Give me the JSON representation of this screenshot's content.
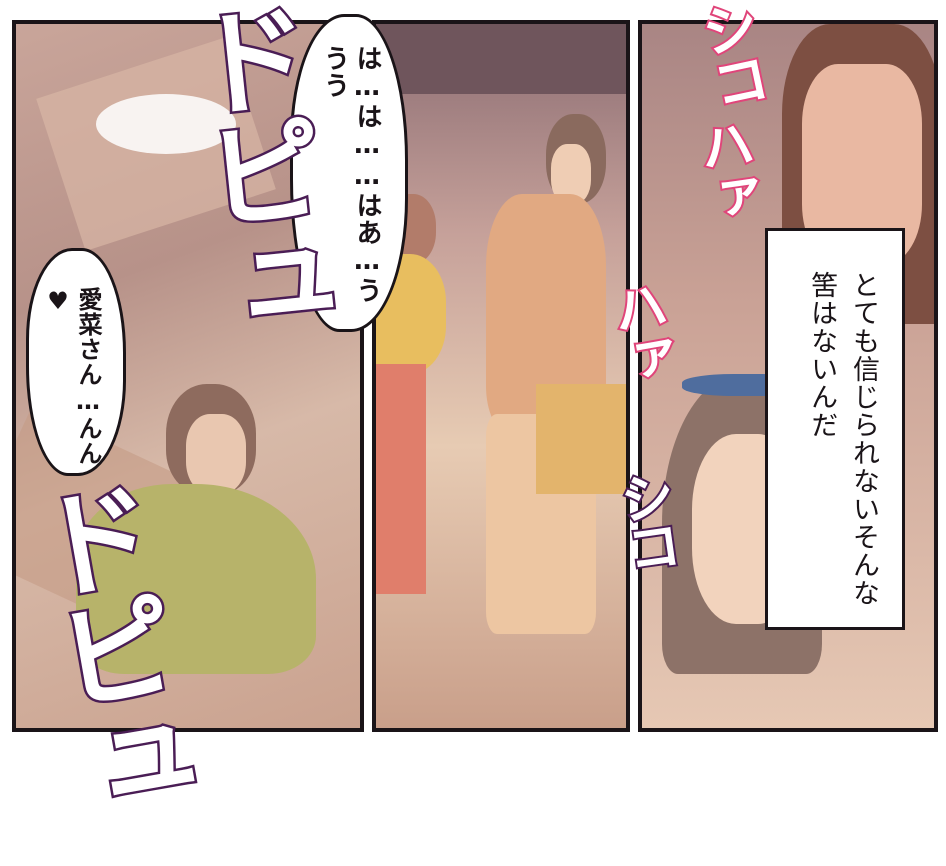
{
  "bubbles": {
    "haa": "は…は……はあ…ううう",
    "aina": "愛菜さん…んん♥"
  },
  "caption": {
    "text": "とても信じられないそんな筈はないんだ"
  },
  "sfx": {
    "dopyu_top": "ドピュ",
    "dopyu_bottom": "ドピュ",
    "shiko_1": "シコ",
    "hah_1": "ハァ",
    "hah_2": "ハァ",
    "shiko_2": "シコ"
  },
  "colors": {
    "sfx_outline": "#4a1d55",
    "pant_outline": "#e0457a",
    "panel_border": "#1a1418"
  }
}
